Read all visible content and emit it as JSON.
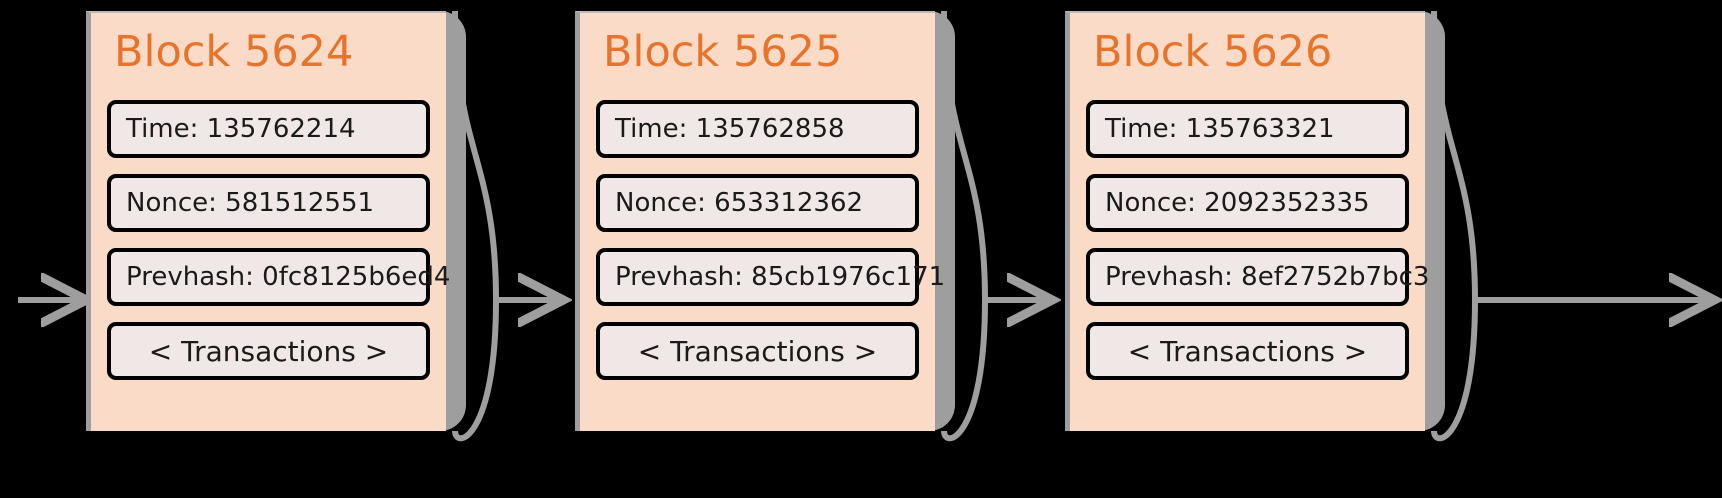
{
  "diagram": {
    "type": "blockchain-chain",
    "background_color": "#000000",
    "block_fill_color": "#fadbc8",
    "field_fill_color": "#f0e8e6",
    "title_color": "#e8742c",
    "connector_color": "#9e9e9e",
    "blocks": [
      {
        "title": "Block 5624",
        "time": "Time: 135762214",
        "nonce": "Nonce: 581512551",
        "prevhash": "Prevhash: 0fc8125b6ed4",
        "transactions": "< Transactions >"
      },
      {
        "title": "Block 5625",
        "time": "Time: 135762858",
        "nonce": "Nonce: 653312362",
        "prevhash": "Prevhash: 85cb1976c171",
        "transactions": "< Transactions >"
      },
      {
        "title": "Block 5626",
        "time": "Time: 135763321",
        "nonce": "Nonce: 2092352335",
        "prevhash": "Prevhash: 8ef2752b7bc3",
        "transactions": "< Transactions >"
      }
    ],
    "connectors": [
      {
        "name": "inbound-arrow",
        "style": "straight"
      },
      {
        "name": "link-arrow-1",
        "style": "curly-brace"
      },
      {
        "name": "link-arrow-2",
        "style": "curly-brace"
      },
      {
        "name": "outbound-arrow",
        "style": "curly-brace"
      }
    ]
  }
}
